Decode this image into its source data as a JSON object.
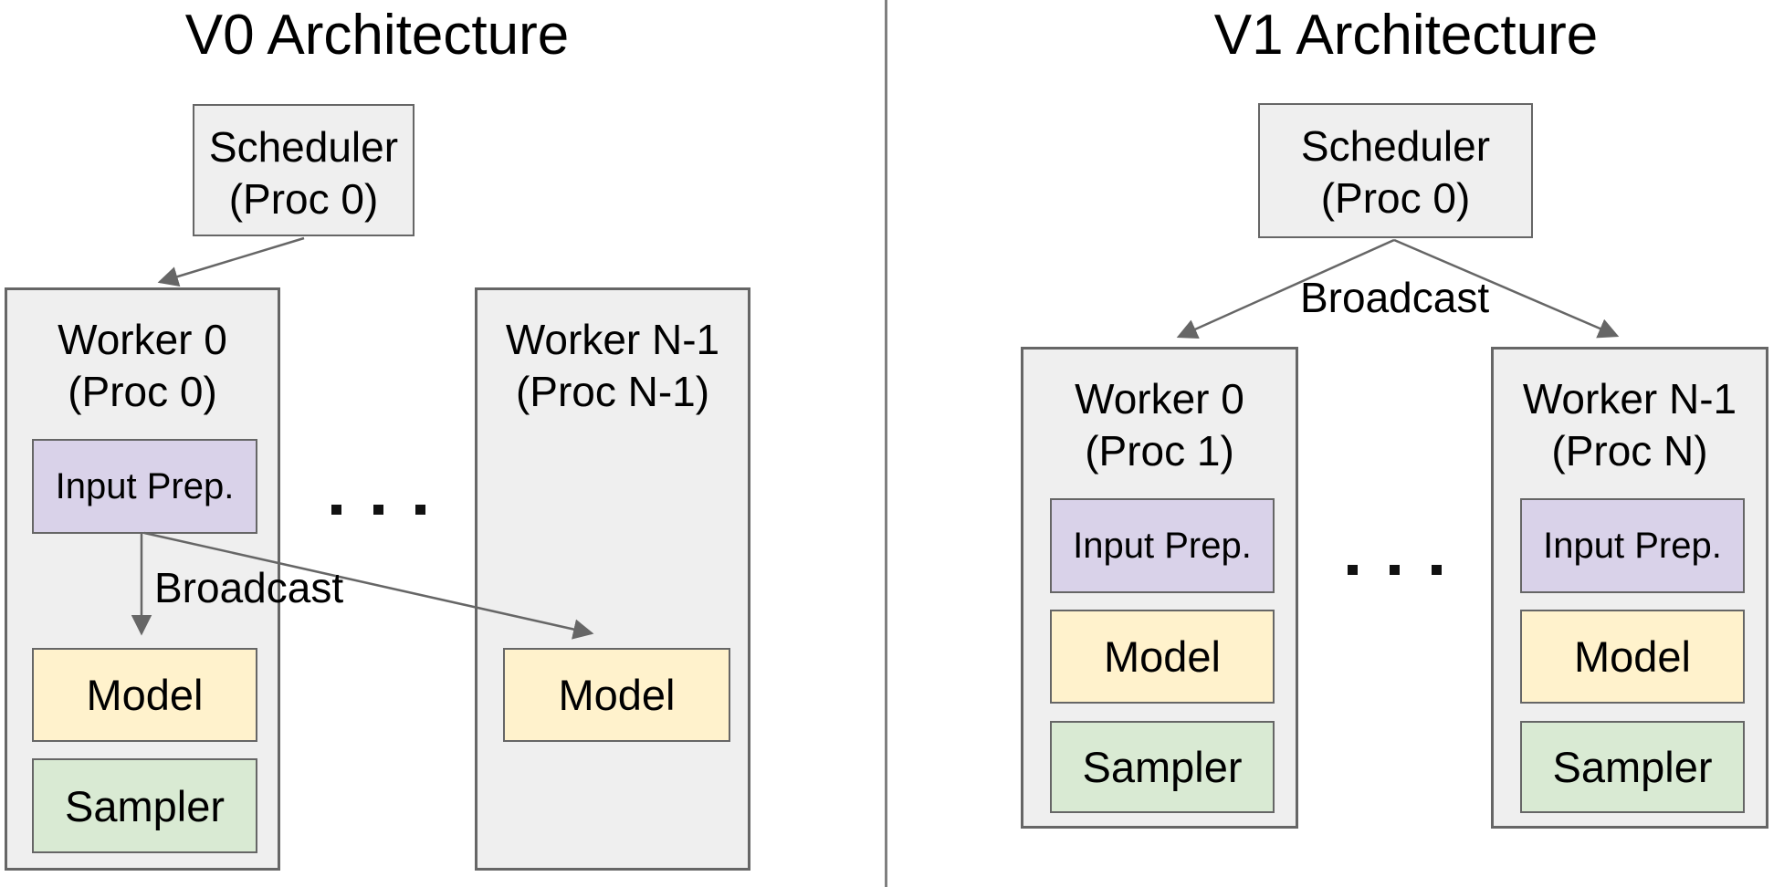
{
  "v0": {
    "title": "V0 Architecture",
    "scheduler": {
      "title": "Scheduler",
      "subtitle": "(Proc 0)"
    },
    "arrow_label": "Broadcast",
    "ellipsis": ". . .",
    "worker0": {
      "title": "Worker 0",
      "subtitle": "(Proc 0)",
      "modules": {
        "input_prep": "Input Prep.",
        "model": "Model",
        "sampler": "Sampler"
      }
    },
    "workerN": {
      "title": "Worker N-1",
      "subtitle": "(Proc N-1)",
      "modules": {
        "model": "Model"
      }
    }
  },
  "v1": {
    "title": "V1 Architecture",
    "scheduler": {
      "title": "Scheduler",
      "subtitle": "(Proc 0)"
    },
    "arrow_label": "Broadcast",
    "ellipsis": ". . .",
    "worker0": {
      "title": "Worker 0",
      "subtitle": "(Proc 1)",
      "modules": {
        "input_prep": "Input Prep.",
        "model": "Model",
        "sampler": "Sampler"
      }
    },
    "workerN": {
      "title": "Worker N-1",
      "subtitle": "(Proc N)",
      "modules": {
        "input_prep": "Input Prep.",
        "model": "Model",
        "sampler": "Sampler"
      }
    }
  },
  "colors": {
    "container_fill": "#efefef",
    "container_border": "#666666",
    "input_prep_fill": "#d9d2e9",
    "model_fill": "#fff2cc",
    "sampler_fill": "#d9ead3",
    "arrow": "#666666",
    "divider": "#808080",
    "text": "#000000"
  }
}
